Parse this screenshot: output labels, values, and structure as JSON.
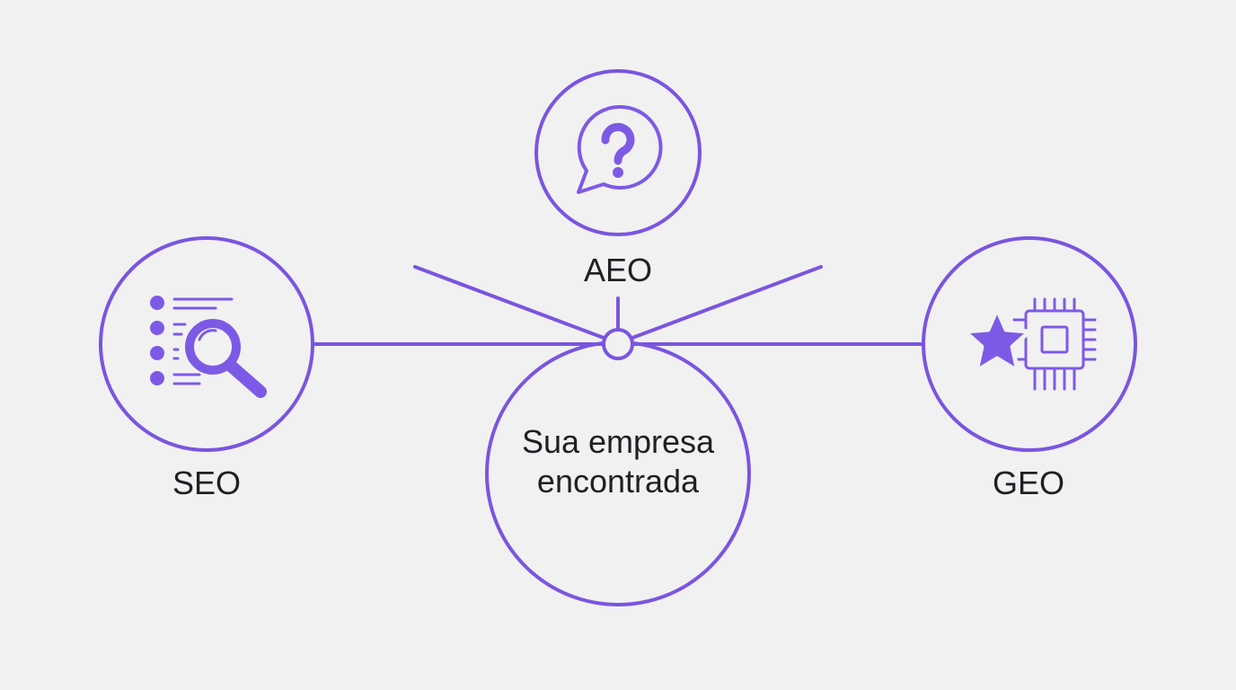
{
  "colors": {
    "accent": "#7a55e0",
    "icon_fill": "#7d5ae6",
    "background": "#f1f1f2",
    "text": "#1f1f24"
  },
  "nodes": {
    "seo": {
      "label": "SEO",
      "icon": "magnifier-list-icon"
    },
    "aeo": {
      "label": "AEO",
      "icon": "question-chat-icon"
    },
    "geo": {
      "label": "GEO",
      "icon": "star-chip-icon"
    }
  },
  "center": {
    "line1": "Sua empresa",
    "line2": "encontrada"
  }
}
